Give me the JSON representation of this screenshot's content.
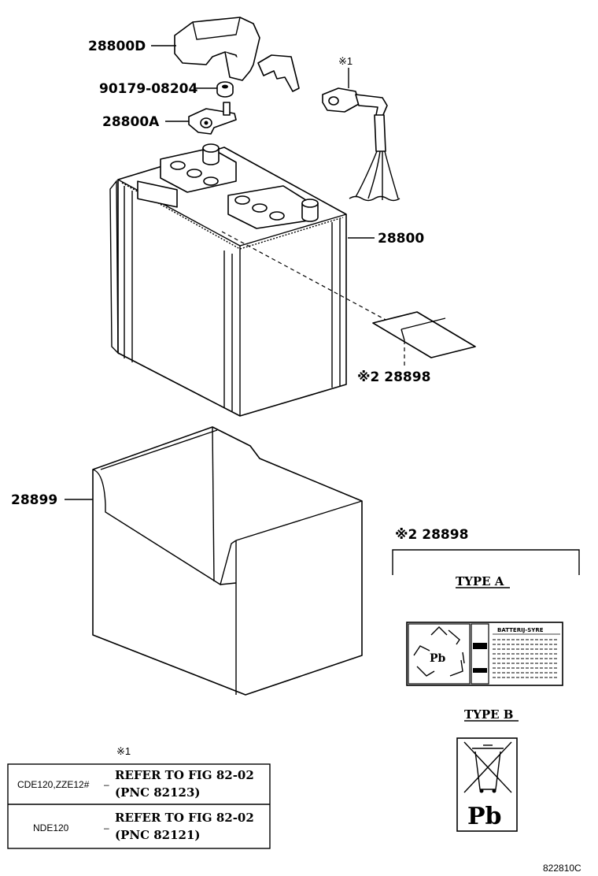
{
  "parts": {
    "cover": "28800D",
    "nut": "90179-08204",
    "clamp": "28800A",
    "cable_note": "※1",
    "battery": "28800",
    "label": "※2 28898",
    "tray": "28899"
  },
  "label_section": {
    "title": "※2  28898",
    "type_a": "TYPE  A",
    "type_b": "TYPE  B",
    "type_a_header": "BATTERIJ-SYRE",
    "pb": "Pb"
  },
  "reference_table": {
    "note": "※1",
    "rows": [
      {
        "model": "CDE120,ZZE12#",
        "dash": "–",
        "line1": "REFER TO FIG 82-02",
        "line2": "(PNC 82123)"
      },
      {
        "model": "NDE120",
        "dash": "–",
        "line1": "REFER TO FIG 82-02",
        "line2": "(PNC 82121)"
      }
    ]
  },
  "figure_id": "822810C"
}
